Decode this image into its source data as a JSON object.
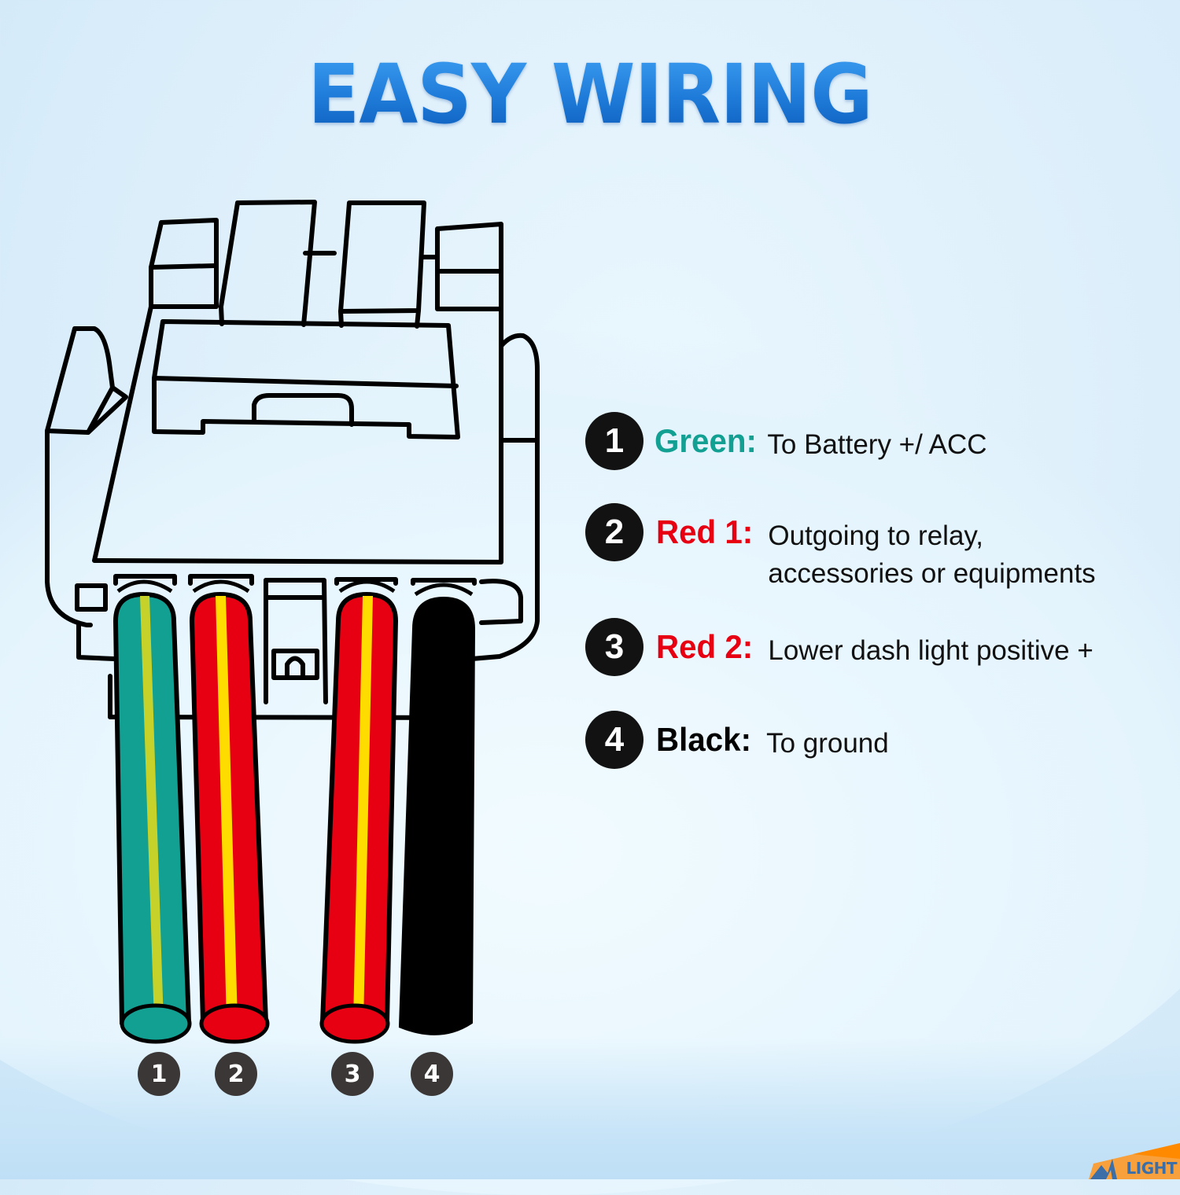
{
  "title": "EASY WIRING",
  "colors": {
    "title_blue": "#1e7ad8",
    "green": "#12a093",
    "green_stripe": "#c6d22a",
    "red": "#e60012",
    "red_stripe": "#ffdc00",
    "black": "#000000",
    "badge": "#121212",
    "bottom_badge": "#3a3736",
    "logo_orange": "#f7a03c"
  },
  "legend": [
    {
      "number": "1",
      "name": "Green:",
      "color": "#12a093",
      "description_lines": [
        "To Battery +/ ACC"
      ]
    },
    {
      "number": "2",
      "name": "Red 1:",
      "color": "#e60012",
      "description_lines": [
        "Outgoing to relay,",
        "accessories or equipments"
      ]
    },
    {
      "number": "3",
      "name": "Red 2:",
      "color": "#e60012",
      "description_lines": [
        "Lower dash light positive +"
      ]
    },
    {
      "number": "4",
      "name": "Black:",
      "color": "#000000",
      "description_lines": [
        "To ground"
      ]
    }
  ],
  "wires": [
    {
      "label": "1",
      "color": "Green",
      "fill": "#12a093",
      "stripe": "#c6d22a"
    },
    {
      "label": "2",
      "color": "Red",
      "fill": "#e60012",
      "stripe": "#ffdc00"
    },
    {
      "label": "3",
      "color": "Red",
      "fill": "#e60012",
      "stripe": "#ffdc00"
    },
    {
      "label": "4",
      "color": "Black",
      "fill": "#000000",
      "stripe": null
    }
  ],
  "logo": {
    "text": "LIGHT"
  }
}
